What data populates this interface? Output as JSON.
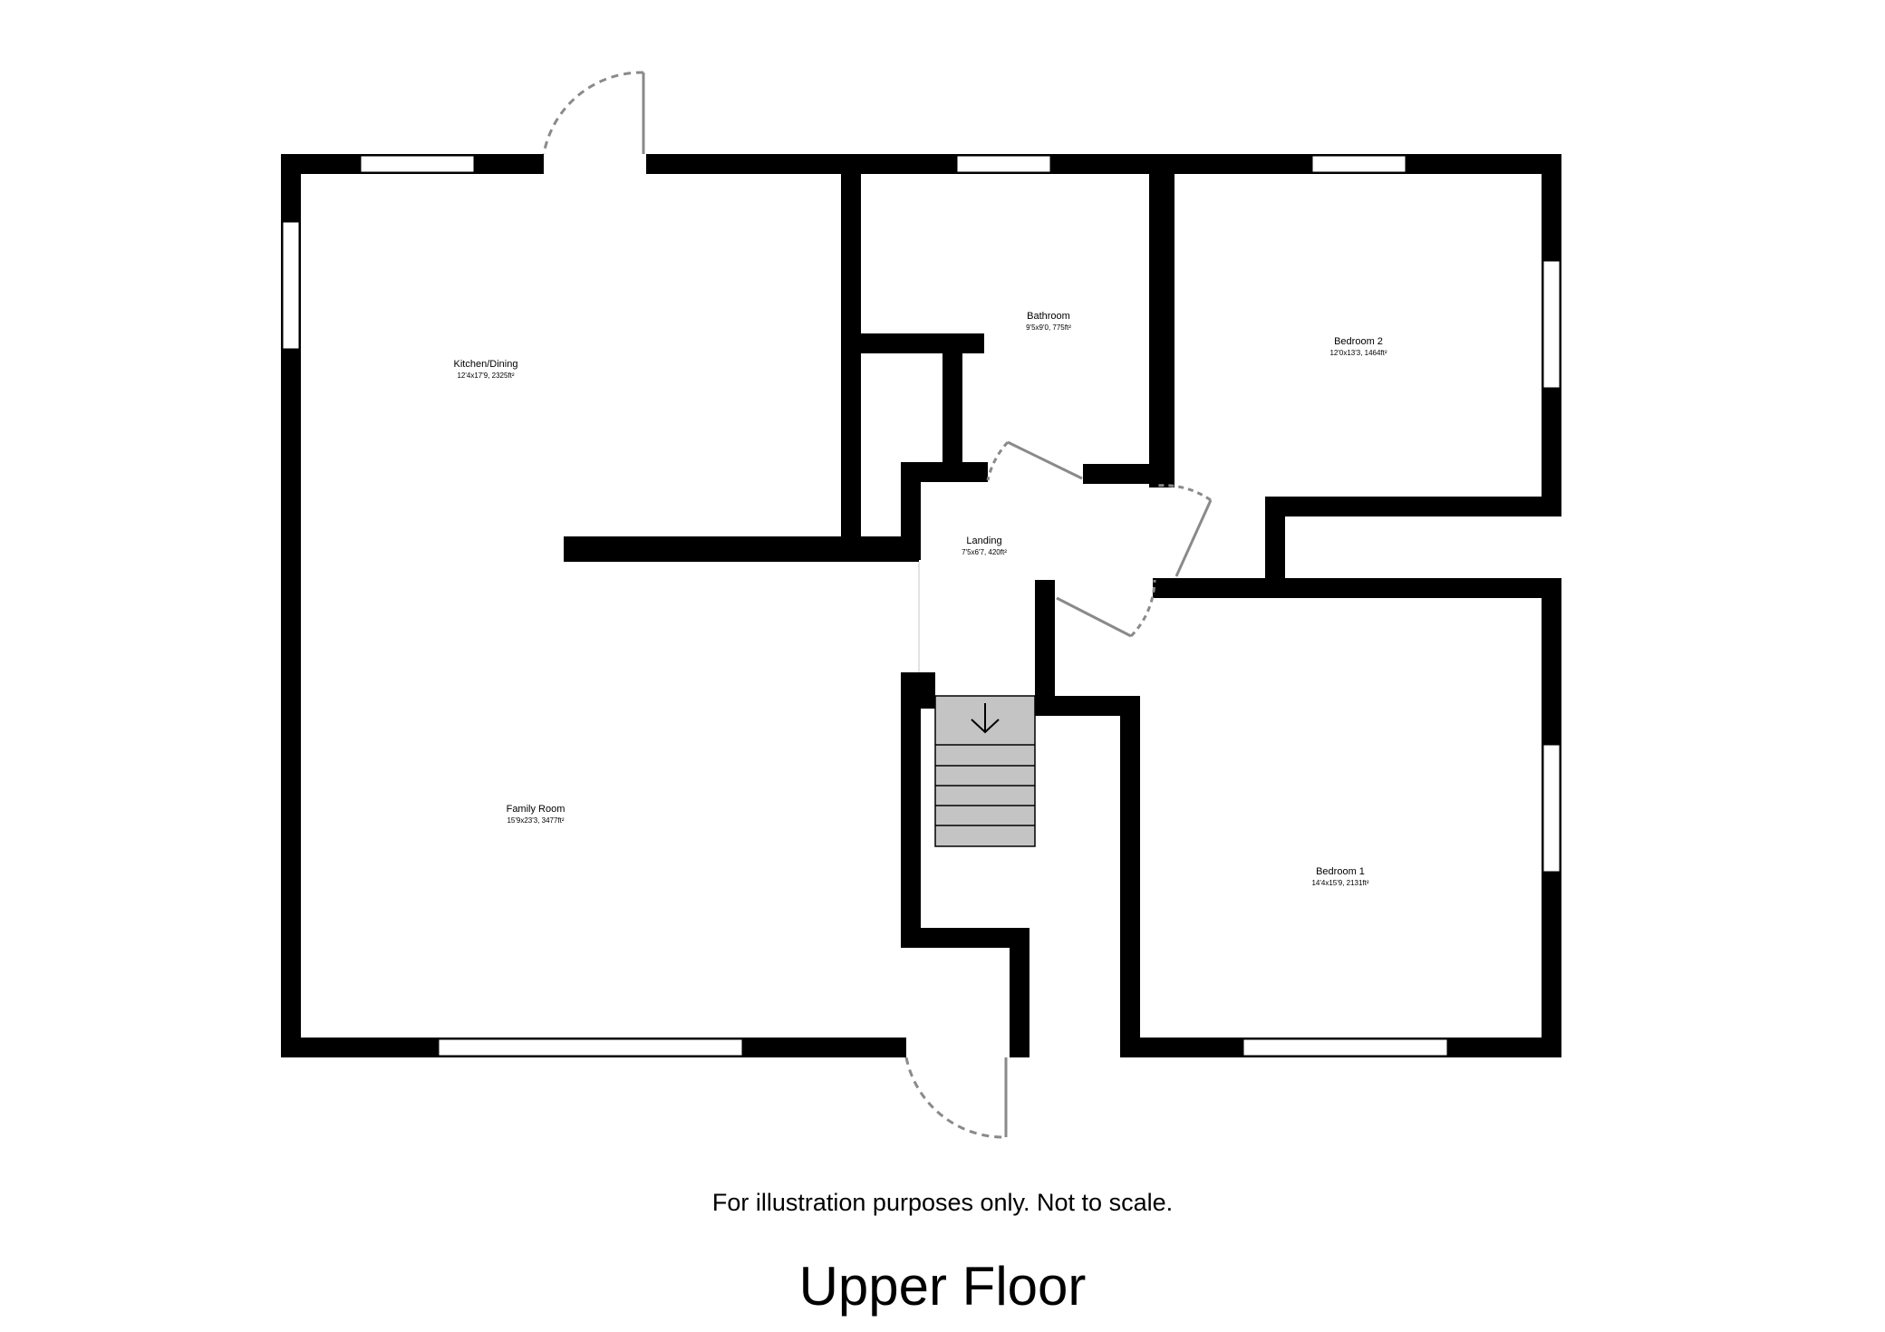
{
  "rooms": {
    "kitchen_dining": {
      "name": "Kitchen/Dining",
      "dims": "12'4x17'9, 2325ft²"
    },
    "bathroom": {
      "name": "Bathroom",
      "dims": "9'5x9'0, 775ft²"
    },
    "bedroom2": {
      "name": "Bedroom 2",
      "dims": "12'0x13'3, 1464ft²"
    },
    "landing": {
      "name": "Landing",
      "dims": "7'5x6'7, 420ft²"
    },
    "family_room": {
      "name": "Family Room",
      "dims": "15'9x23'3, 3477ft²"
    },
    "bedroom1": {
      "name": "Bedroom 1",
      "dims": "14'4x15'9, 2131ft²"
    }
  },
  "footer": {
    "disclaimer": "For illustration purposes only. Not to scale.",
    "floor_title": "Upper Floor"
  },
  "colors": {
    "wall": "#000000",
    "door": "#8a8a8a",
    "stairs": "#c4c4c4"
  }
}
